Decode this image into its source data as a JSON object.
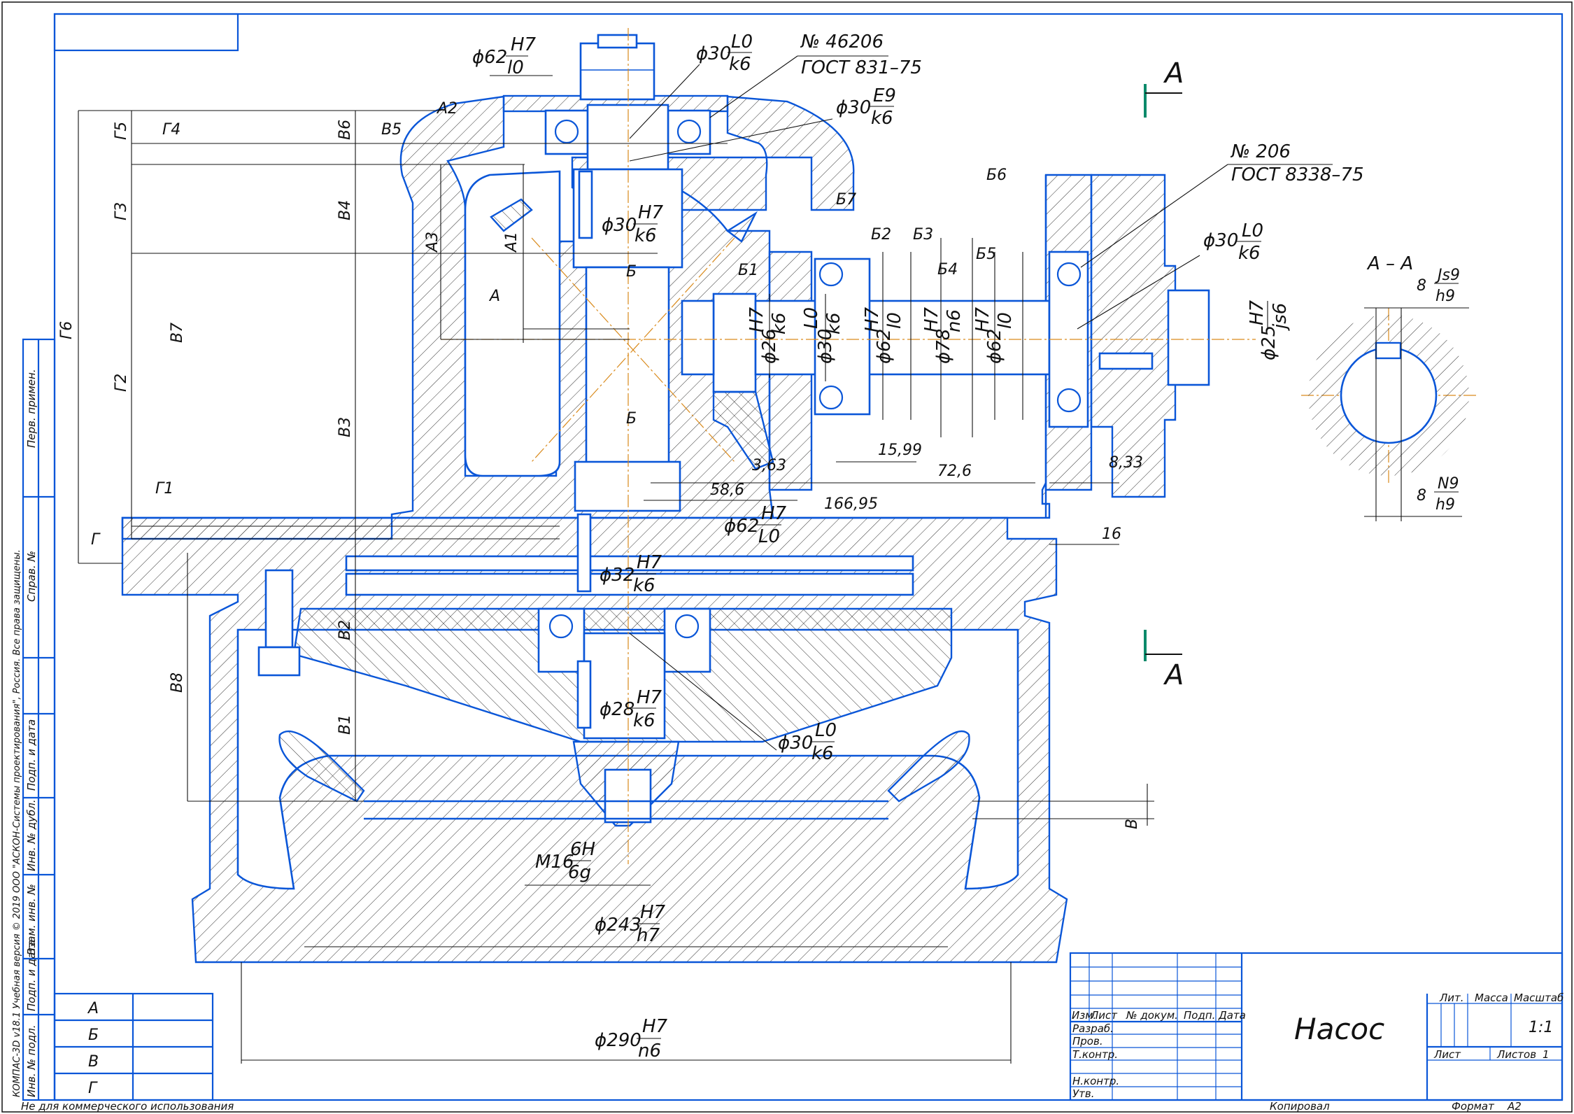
{
  "title_block": {
    "name": "Насос",
    "columns": [
      "Изм.",
      "Лист",
      "№ докум.",
      "Подп.",
      "Дата"
    ],
    "rows": [
      "Разраб.",
      "Пров.",
      "Т.контр.",
      "Н.контр.",
      "Утв."
    ],
    "lit_label": "Лит.",
    "mass_label": "Масса",
    "scale_label": "Масштаб",
    "scale_value": "1:1",
    "sheet_label": "Лист",
    "sheets_label": "Листов",
    "sheets_value": "1",
    "copied_label": "Копировал",
    "format_label": "Формат",
    "format_value": "A2"
  },
  "footer_left": "Не для коммерческого использования",
  "side_stamp": "КОМПАС-3D v18.1 Учебная версия © 2019 ООО \"АСКОН-Системы проектирования\", Россия. Все права защищены.",
  "side_fields": [
    "Перв. примен.",
    "Справ. №",
    "Подп. и дата",
    "Инв. № дубл.",
    "Взам. инв. №",
    "Подп. и дата",
    "Инв. № подл."
  ],
  "legend_rows": [
    "А",
    "Б",
    "В",
    "Г"
  ],
  "section": {
    "label": "А",
    "title": "А – А"
  },
  "bearing_top": {
    "num": "№ 46206",
    "gost": "ГОСТ 831–75"
  },
  "bearing_right": {
    "num": "№ 206",
    "gost": "ГОСТ 8338–75"
  },
  "fits": [
    {
      "d": "ϕ62",
      "num": "H7",
      "den": "l0"
    },
    {
      "d": "ϕ30",
      "num": "L0",
      "den": "k6"
    },
    {
      "d": "ϕ30",
      "num": "E9",
      "den": "k6"
    },
    {
      "d": "ϕ30",
      "num": "H7",
      "den": "k6"
    },
    {
      "d": "ϕ30",
      "num": "L0",
      "den": "k6"
    },
    {
      "d": "ϕ25",
      "num": "H7",
      "den": "js6"
    },
    {
      "d": "ϕ62",
      "num": "H7",
      "den": "L0"
    },
    {
      "d": "ϕ32",
      "num": "H7",
      "den": "k6"
    },
    {
      "d": "ϕ28",
      "num": "H7",
      "den": "k6"
    },
    {
      "d": "ϕ30",
      "num": "L0",
      "den": "k6"
    },
    {
      "d": "М16",
      "num": "6H",
      "den": "6g"
    },
    {
      "d": "ϕ243",
      "num": "H7",
      "den": "h7"
    },
    {
      "d": "ϕ290",
      "num": "H7",
      "den": "n6"
    },
    {
      "d": "8",
      "num": "Js9",
      "den": "h9"
    },
    {
      "d": "8",
      "num": "N9",
      "den": "h9"
    }
  ],
  "horizontal_fits": [
    {
      "d": "ϕ26",
      "num": "H7",
      "den": "k6"
    },
    {
      "d": "ϕ30",
      "num": "L0",
      "den": "k6"
    },
    {
      "d": "ϕ62",
      "num": "H7",
      "den": "l0"
    },
    {
      "d": "ϕ78",
      "num": "H7",
      "den": "n6"
    },
    {
      "d": "ϕ62",
      "num": "H7",
      "den": "l0"
    }
  ],
  "dims": [
    "3,63",
    "58,6",
    "15,99",
    "166,95",
    "72,6",
    "8,33",
    "16"
  ],
  "chain_labels": [
    "Г6",
    "Г5",
    "Г4",
    "Г3",
    "Г2",
    "Г1",
    "Г",
    "В6",
    "В5",
    "В4",
    "В7",
    "В3",
    "В2",
    "В1",
    "В8",
    "В",
    "А2",
    "А3",
    "А1",
    "А",
    "Б",
    "Б",
    "Б1",
    "Б2",
    "Б3",
    "Б4",
    "Б5",
    "Б6",
    "Б7"
  ]
}
